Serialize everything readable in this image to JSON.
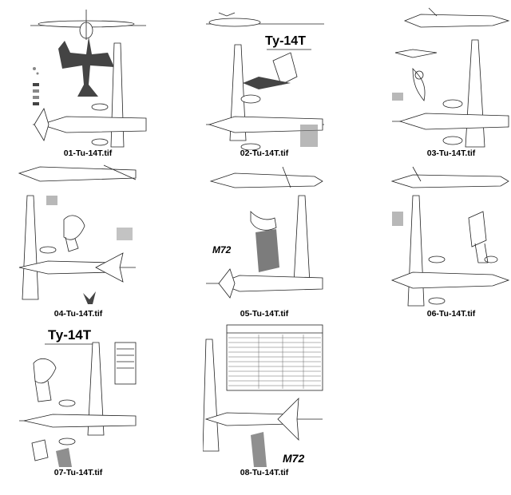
{
  "thumbnails": [
    {
      "file": "01-Tu-14T.tif"
    },
    {
      "file": "02-Tu-14T.tif",
      "title": "Ту-14Т"
    },
    {
      "file": "03-Tu-14T.tif"
    },
    {
      "file": "04-Tu-14T.tif"
    },
    {
      "file": "05-Tu-14T.tif",
      "logo": "M72"
    },
    {
      "file": "06-Tu-14T.tif"
    },
    {
      "file": "07-Tu-14T.tif",
      "title": "Ту-14Т"
    },
    {
      "file": "08-Tu-14T.tif",
      "logo": "M72"
    }
  ]
}
